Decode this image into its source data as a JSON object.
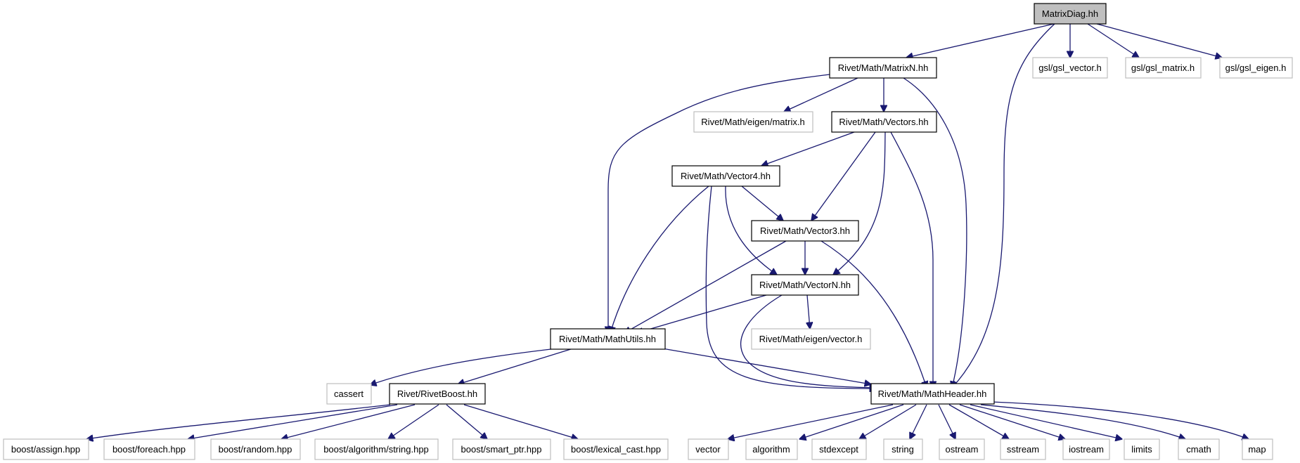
{
  "graph": {
    "colors": {
      "edge": "#191970",
      "root_fill": "#bfbfbf",
      "internal_border": "#000000",
      "external_border": "#bfbfbf",
      "background": "#ffffff"
    },
    "nodes": {
      "matrixdiag": {
        "label": "MatrixDiag.hh",
        "kind": "root"
      },
      "matrixn": {
        "label": "Rivet/Math/MatrixN.hh",
        "kind": "internal"
      },
      "gsl_vector": {
        "label": "gsl/gsl_vector.h",
        "kind": "external"
      },
      "gsl_matrix": {
        "label": "gsl/gsl_matrix.h",
        "kind": "external"
      },
      "gsl_eigen": {
        "label": "gsl/gsl_eigen.h",
        "kind": "external"
      },
      "eigen_matrix": {
        "label": "Rivet/Math/eigen/matrix.h",
        "kind": "external"
      },
      "vectors": {
        "label": "Rivet/Math/Vectors.hh",
        "kind": "internal"
      },
      "vector4": {
        "label": "Rivet/Math/Vector4.hh",
        "kind": "internal"
      },
      "vector3": {
        "label": "Rivet/Math/Vector3.hh",
        "kind": "internal"
      },
      "vectorn": {
        "label": "Rivet/Math/VectorN.hh",
        "kind": "internal"
      },
      "eigen_vector": {
        "label": "Rivet/Math/eigen/vector.h",
        "kind": "external"
      },
      "mathutils": {
        "label": "Rivet/Math/MathUtils.hh",
        "kind": "internal"
      },
      "cassert": {
        "label": "cassert",
        "kind": "external"
      },
      "rivetboost": {
        "label": "Rivet/RivetBoost.hh",
        "kind": "internal"
      },
      "mathheader": {
        "label": "Rivet/Math/MathHeader.hh",
        "kind": "internal"
      },
      "boost_assign": {
        "label": "boost/assign.hpp",
        "kind": "external"
      },
      "boost_foreach": {
        "label": "boost/foreach.hpp",
        "kind": "external"
      },
      "boost_random": {
        "label": "boost/random.hpp",
        "kind": "external"
      },
      "boost_algorithm_string": {
        "label": "boost/algorithm/string.hpp",
        "kind": "external"
      },
      "boost_smart_ptr": {
        "label": "boost/smart_ptr.hpp",
        "kind": "external"
      },
      "boost_lexical_cast": {
        "label": "boost/lexical_cast.hpp",
        "kind": "external"
      },
      "vector": {
        "label": "vector",
        "kind": "external"
      },
      "algorithm": {
        "label": "algorithm",
        "kind": "external"
      },
      "stdexcept": {
        "label": "stdexcept",
        "kind": "external"
      },
      "string": {
        "label": "string",
        "kind": "external"
      },
      "ostream": {
        "label": "ostream",
        "kind": "external"
      },
      "sstream": {
        "label": "sstream",
        "kind": "external"
      },
      "iostream": {
        "label": "iostream",
        "kind": "external"
      },
      "limits": {
        "label": "limits",
        "kind": "external"
      },
      "cmath": {
        "label": "cmath",
        "kind": "external"
      },
      "map": {
        "label": "map",
        "kind": "external"
      }
    },
    "edges": [
      [
        "matrixdiag",
        "matrixn"
      ],
      [
        "matrixdiag",
        "mathheader"
      ],
      [
        "matrixdiag",
        "gsl_vector"
      ],
      [
        "matrixdiag",
        "gsl_matrix"
      ],
      [
        "matrixdiag",
        "gsl_eigen"
      ],
      [
        "matrixn",
        "mathutils"
      ],
      [
        "matrixn",
        "eigen_matrix"
      ],
      [
        "matrixn",
        "vectors"
      ],
      [
        "matrixn",
        "mathheader"
      ],
      [
        "vectors",
        "vector4"
      ],
      [
        "vectors",
        "vector3"
      ],
      [
        "vectors",
        "vectorn"
      ],
      [
        "vectors",
        "mathheader"
      ],
      [
        "vector4",
        "mathutils"
      ],
      [
        "vector4",
        "mathheader"
      ],
      [
        "vector4",
        "vectorn"
      ],
      [
        "vector4",
        "vector3"
      ],
      [
        "vector3",
        "mathutils"
      ],
      [
        "vector3",
        "vectorn"
      ],
      [
        "vector3",
        "mathheader"
      ],
      [
        "vectorn",
        "mathutils"
      ],
      [
        "vectorn",
        "eigen_vector"
      ],
      [
        "vectorn",
        "mathheader"
      ],
      [
        "mathutils",
        "cassert"
      ],
      [
        "mathutils",
        "rivetboost"
      ],
      [
        "mathutils",
        "mathheader"
      ],
      [
        "rivetboost",
        "boost_assign"
      ],
      [
        "rivetboost",
        "boost_foreach"
      ],
      [
        "rivetboost",
        "boost_random"
      ],
      [
        "rivetboost",
        "boost_algorithm_string"
      ],
      [
        "rivetboost",
        "boost_smart_ptr"
      ],
      [
        "rivetboost",
        "boost_lexical_cast"
      ],
      [
        "mathheader",
        "vector"
      ],
      [
        "mathheader",
        "algorithm"
      ],
      [
        "mathheader",
        "stdexcept"
      ],
      [
        "mathheader",
        "string"
      ],
      [
        "mathheader",
        "ostream"
      ],
      [
        "mathheader",
        "sstream"
      ],
      [
        "mathheader",
        "iostream"
      ],
      [
        "mathheader",
        "limits"
      ],
      [
        "mathheader",
        "cmath"
      ],
      [
        "mathheader",
        "map"
      ]
    ]
  }
}
